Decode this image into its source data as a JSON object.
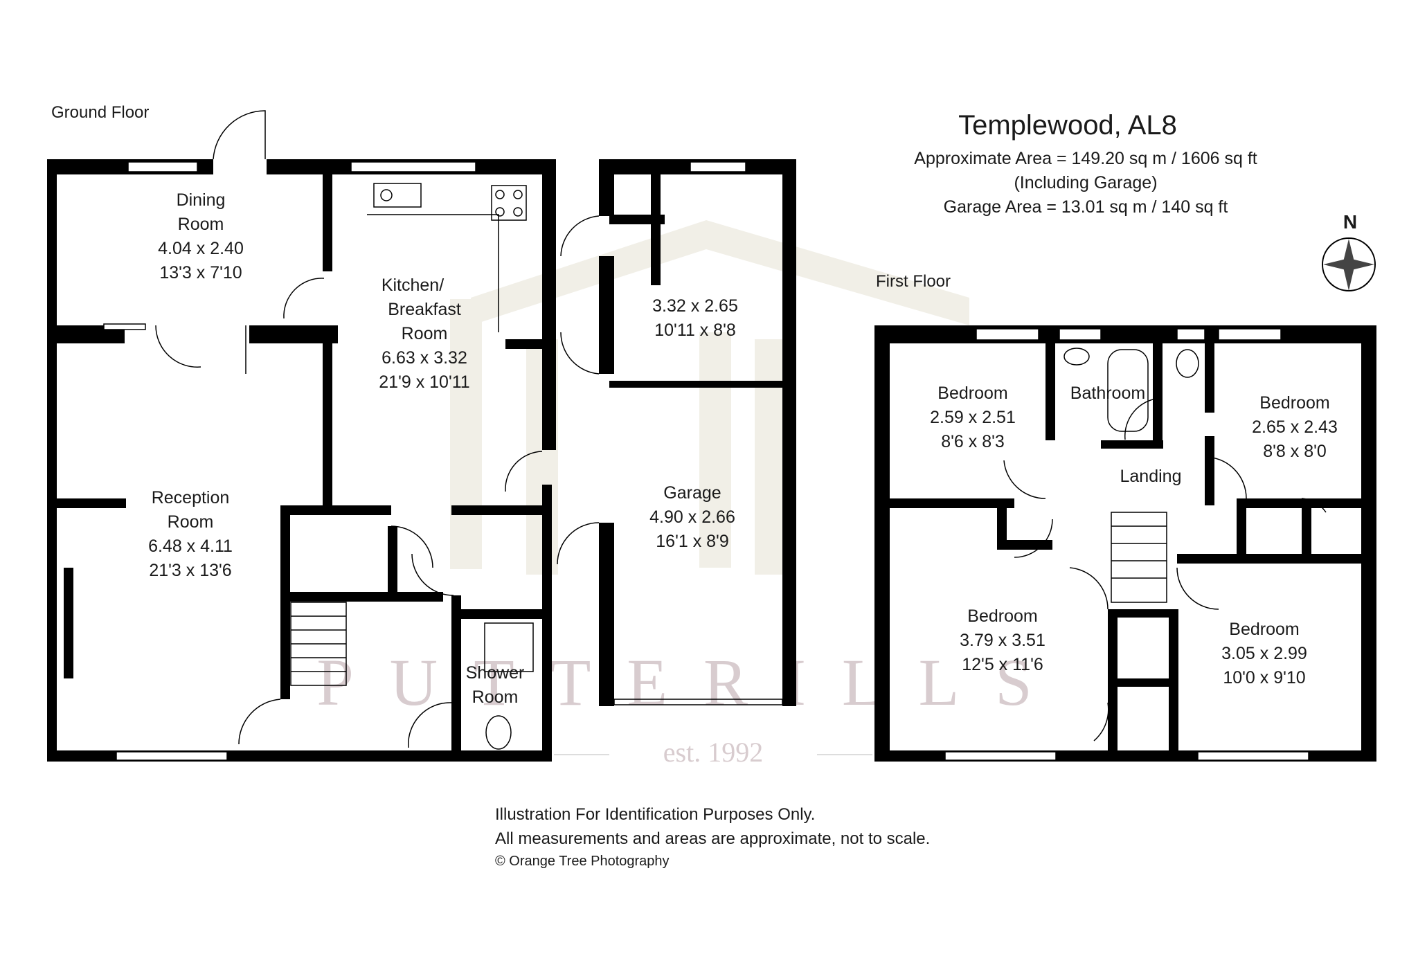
{
  "title": "Templewood, AL8",
  "area_total": "Approximate Area =  149.20 sq m / 1606 sq ft",
  "area_note": "(Including Garage)",
  "area_garage": "Garage Area =  13.01 sq m / 140 sq ft",
  "north": "N",
  "watermark": {
    "brand": "PUTTERILLS",
    "est": "est. 1992"
  },
  "ground_floor": {
    "label": "Ground Floor",
    "rooms": {
      "dining": {
        "name1": "Dining",
        "name2": "Room",
        "metric": "4.04 x 2.40",
        "imperial": "13'3 x 7'10"
      },
      "kitchen": {
        "name1": "Kitchen/",
        "name2": "Breakfast",
        "name3": "Room",
        "metric": "6.63 x 3.32",
        "imperial": "21'9 x 10'11"
      },
      "reception": {
        "name1": "Reception",
        "name2": "Room",
        "metric": "6.48 x 4.11",
        "imperial": "21'3 x 13'6"
      },
      "utility": {
        "metric": "3.32 x 2.65",
        "imperial": "10'11 x 8'8"
      },
      "garage": {
        "name1": "Garage",
        "metric": "4.90 x 2.66",
        "imperial": "16'1 x 8'9"
      },
      "shower": {
        "name1": "Shower",
        "name2": "Room"
      }
    }
  },
  "first_floor": {
    "label": "First Floor",
    "rooms": {
      "bedroom_nw": {
        "name1": "Bedroom",
        "metric": "2.59 x 2.51",
        "imperial": "8'6 x 8'3"
      },
      "bathroom": {
        "name1": "Bathroom"
      },
      "bedroom_ne": {
        "name1": "Bedroom",
        "metric": "2.65 x 2.43",
        "imperial": "8'8 x 8'0"
      },
      "landing": {
        "name1": "Landing"
      },
      "bedroom_sw": {
        "name1": "Bedroom",
        "metric": "3.79 x 3.51",
        "imperial": "12'5 x 11'6"
      },
      "bedroom_se": {
        "name1": "Bedroom",
        "metric": "3.05 x 2.99",
        "imperial": "10'0 x 9'10"
      }
    }
  },
  "footer": {
    "line1": "Illustration For Identification Purposes Only.",
    "line2": "All measurements and areas are approximate, not to scale.",
    "copyright": "© Orange Tree Photography"
  }
}
